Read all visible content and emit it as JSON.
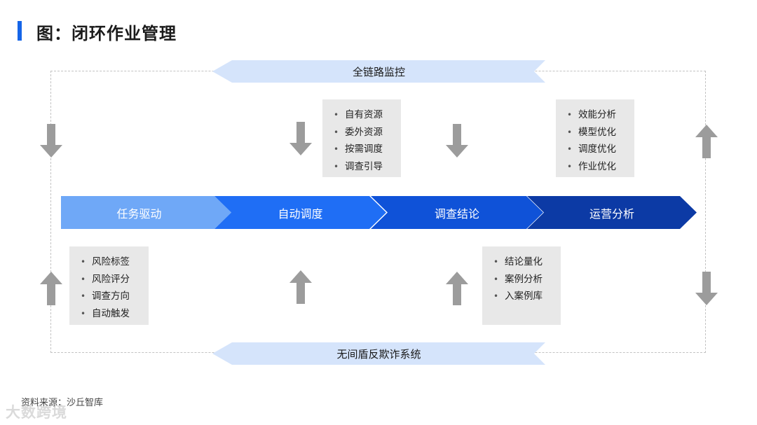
{
  "title": "图：闭环作业管理",
  "top_banner": "全链路监控",
  "bottom_banner": "无间盾反欺诈系统",
  "stages": [
    {
      "label": "任务驱动",
      "color": "#6fa8f7"
    },
    {
      "label": "自动调度",
      "color": "#1f6ef5"
    },
    {
      "label": "调查结论",
      "color": "#0f52d8"
    },
    {
      "label": "运营分析",
      "color": "#0c3aa5"
    }
  ],
  "boxes": {
    "dispatch": [
      "自有资源",
      "委外资源",
      "按需调度",
      "调查引导"
    ],
    "analysis": [
      "效能分析",
      "模型优化",
      "调度优化",
      "作业优化"
    ],
    "task": [
      "风险标签",
      "风险评分",
      "调查方向",
      "自动触发"
    ],
    "conclusion": [
      "结论量化",
      "案例分析",
      "入案例库"
    ]
  },
  "arrows": [
    {
      "id": "left-top",
      "direction": "down"
    },
    {
      "id": "dispatch-down",
      "direction": "down"
    },
    {
      "id": "conclusion-down",
      "direction": "down"
    },
    {
      "id": "right-top",
      "direction": "up"
    },
    {
      "id": "left-bottom",
      "direction": "up"
    },
    {
      "id": "dispatch-up",
      "direction": "up"
    },
    {
      "id": "conclusion-up",
      "direction": "up"
    },
    {
      "id": "right-bottom",
      "direction": "down"
    }
  ],
  "arrow_color": "#9c9c9c",
  "accent_color": "#1565e8",
  "source": "资料来源：沙丘智库",
  "watermark": "大数跨境"
}
